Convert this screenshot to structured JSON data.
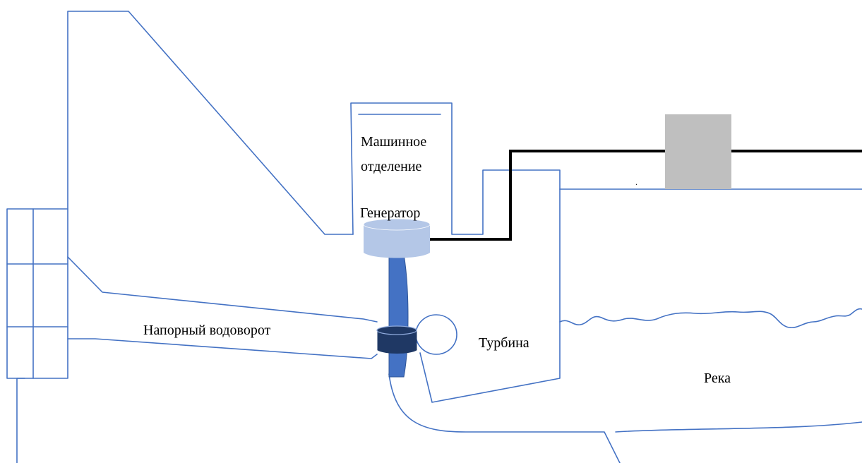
{
  "labels": {
    "machine_room_line1": "Машинное",
    "machine_room_line2": "отделение",
    "generator": "Генератор",
    "penstock": "Напорный водоворот",
    "turbine": "Турбина",
    "river": "Река",
    "dot": "."
  },
  "colors": {
    "outline": "#4472c4",
    "generator_fill": "#b4c7e7",
    "shaft_fill": "#4472c4",
    "coupling_fill": "#1f3864",
    "wire": "#000000",
    "transformer_fill": "#bfbfbf"
  }
}
